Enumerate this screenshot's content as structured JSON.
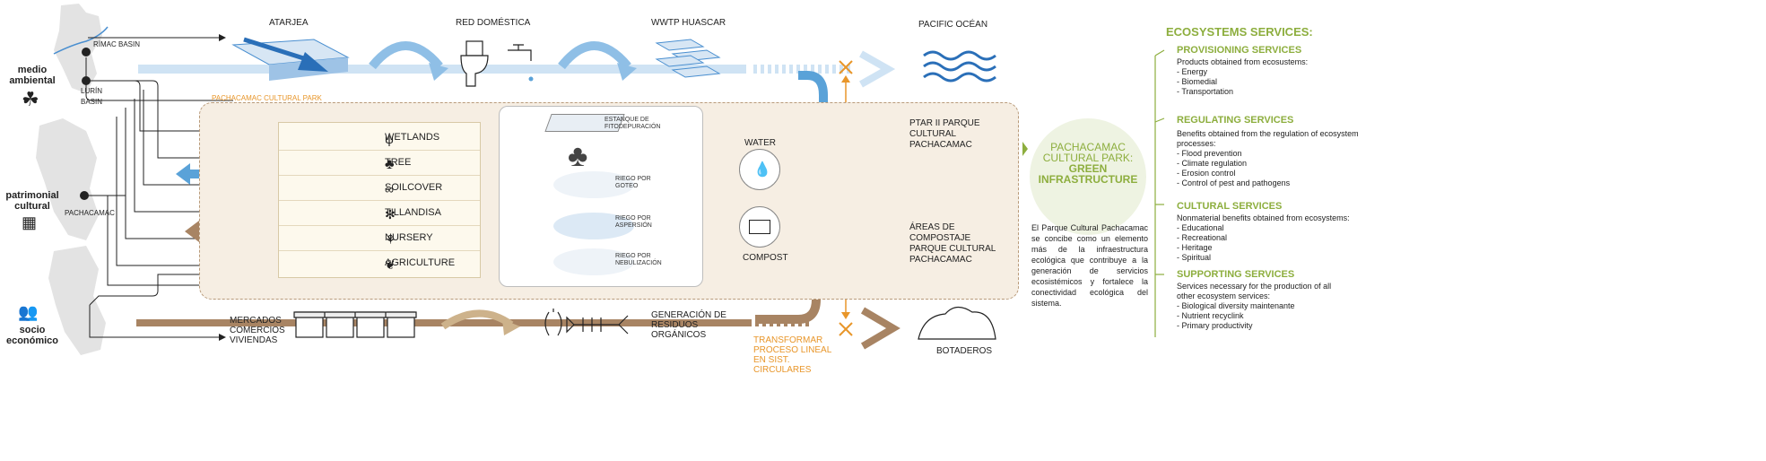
{
  "left_labels": {
    "medio": "medio ambiental",
    "patrimonial": "patrimonial cultural",
    "socio": "socio económico"
  },
  "map_labels": {
    "rimac": "RÍMAC BASIN",
    "lurin": "LURÍN BASIN",
    "pachacamac": "PACHACAMAC"
  },
  "top_labels": {
    "atarjea": "ATARJEA",
    "red": "RED DOMÉSTICA",
    "wwtp": "WWTP HUASCAR",
    "ocean": "PACIFIC OCÉAN"
  },
  "park_label": "PACHACAMAC CULTURAL PARK",
  "vegetation": [
    "WETLANDS",
    "TREE",
    "SOILCOVER",
    "TILLANDISA",
    "NURSERY",
    "AGRICULTURE"
  ],
  "irrigation": {
    "estanque": "ESTANQUE DE FITODEPURACIÓN",
    "goteo": "RIEGO POR GOTEO",
    "aspersion": "RIEGO POR ASPERSIÓN",
    "nebulizacion": "RIEGO POR NEBULIZACIÓN"
  },
  "center": {
    "water": "WATER",
    "compost": "COMPOST",
    "ptar": "PTAR II PARQUE CULTURAL PACHACAMAC",
    "areas": "ÁREAS DE COMPOSTAJE PARQUE CULTURAL PACHACAMAC"
  },
  "bottom": {
    "mercados": "MERCADOS COMERCIOS VIVIENDAS",
    "generacion": "GENERACIÓN DE RESIDUOS ORGÁNICOS",
    "transformar": "TRANSFORMAR PROCESO LINEAL EN SIST. CIRCULARES",
    "botaderos": "BOTADEROS"
  },
  "green_circle": {
    "line1": "PACHACAMAC",
    "line2": "CULTURAL PARK:",
    "line3": "GREEN",
    "line4": "INFRASTRUCTURE"
  },
  "paragraph": "El Parque Cultural Pachacamac se concibe como un elemento más de la infraestructura ecológica que contribuye a la generación de servicios ecosistémicos y fortalece la conectividad ecológica del sistema.",
  "ecosystem": {
    "title": "ECOSYSTEMS SERVICES:",
    "provisioning": {
      "head": "PROVISIONING SERVICES",
      "desc": "Products obtained from ecosustems:",
      "items": [
        "- Energy",
        "- Biomedial",
        "- Transportation"
      ]
    },
    "regulating": {
      "head": "REGULATING SERVICES",
      "desc": "Benefits obtained from the regulation of ecosystem processes:",
      "items": [
        "- Flood prevention",
        "- Climate regulation",
        "- Erosion control",
        "- Control of pest and pathogens"
      ]
    },
    "cultural": {
      "head": "CULTURAL SERVICES",
      "desc": "Nonmaterial benefits obtained from ecosystems:",
      "items": [
        "- Educational",
        "- Recreational",
        "- Heritage",
        "- Spiritual"
      ]
    },
    "supporting": {
      "head": "SUPPORTING SERVICES",
      "desc": "Services necessary for the production of all other ecosystem services:",
      "items": [
        "- Biological diversity maintenante",
        "- Nutrient recyclink",
        "- Primary productivity"
      ]
    }
  },
  "colors": {
    "water": "#a9cdea",
    "water_dark": "#5aa2d8",
    "compost": "#a88463",
    "orange": "#e8962a",
    "green": "#8dae3e"
  }
}
